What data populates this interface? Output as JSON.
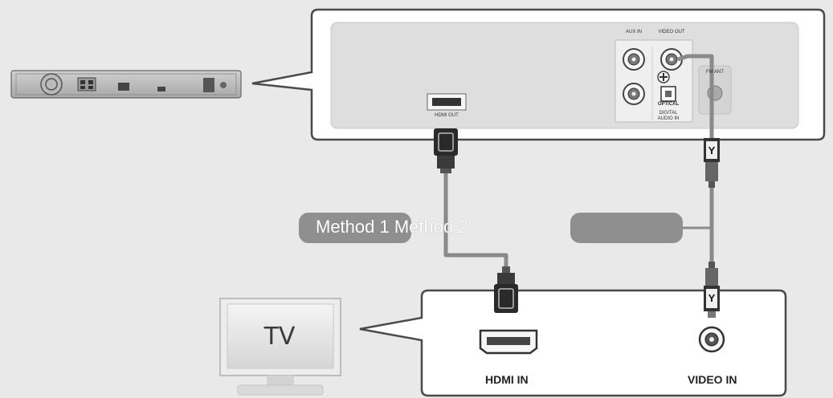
{
  "methods": {
    "method1_label": "Method 1",
    "method2_label": "Method 2"
  },
  "tv": {
    "label": "TV"
  },
  "tv_ports": {
    "hdmi_in_label": "HDMI IN",
    "video_in_label": "VIDEO IN"
  },
  "player_ports": {
    "hdmi_out_label": "HDMI OUT",
    "aux_in_label": "AUX IN",
    "video_out_label": "VIDEO OUT",
    "optical_label": "OPTICAL",
    "digital_audio_in_label": "DIGITAL AUDIO IN",
    "fm_label": "FM ANT"
  },
  "cable": {
    "video_plug_label": "Y"
  },
  "colors": {
    "background": "#e9e9e9",
    "panel_fill": "#ffffff",
    "panel_border": "#505050",
    "inner_panel": "#dcdcdc",
    "cable": "#8a8a8a",
    "pill": "#8f8f8f",
    "plug_dark": "#2a2a2a"
  },
  "icons": [
    "hdmi-port-icon",
    "hdmi-plug-icon",
    "rca-jack-icon",
    "rca-plug-icon",
    "optical-port-icon",
    "tv-icon",
    "home-theater-unit-icon"
  ]
}
